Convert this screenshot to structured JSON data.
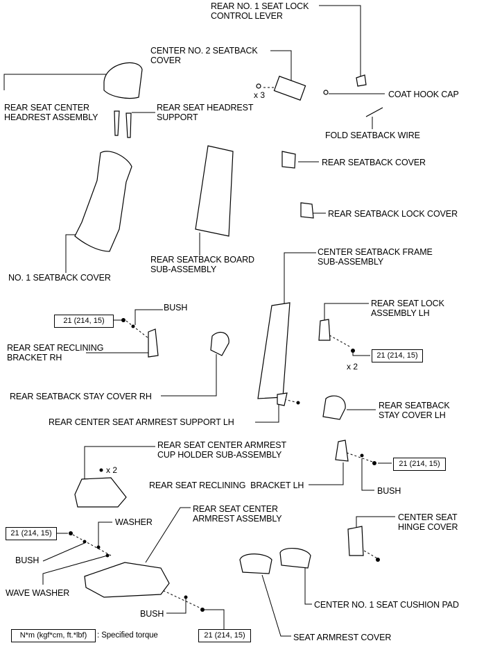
{
  "labels": {
    "lock_lever": "REAR NO. 1 SEAT LOCK\nCONTROL LEVER",
    "center_no2_cover": "CENTER NO. 2 SEATBACK\nCOVER",
    "coat_hook_cap": "COAT HOOK CAP",
    "fold_wire": "FOLD SEATBACK WIRE",
    "center_headrest": "REAR SEAT CENTER\nHEADREST ASSEMBLY",
    "headrest_support": "REAR SEAT HEADREST\nSUPPORT",
    "seatback_cover": "REAR SEATBACK COVER",
    "seatback_lock_cover": "REAR SEATBACK LOCK COVER",
    "no1_seatback_cover": "NO. 1 SEATBACK COVER",
    "board_subassy": "REAR SEATBACK BOARD\nSUB-ASSEMBLY",
    "frame_subassy": "CENTER SEATBACK FRAME\nSUB-ASSEMBLY",
    "bush_top": "BUSH",
    "lock_assy_lh": "REAR SEAT LOCK\nASSEMBLY LH",
    "reclining_rh": "REAR SEAT RECLINING\nBRACKET RH",
    "stay_cover_rh": "REAR SEATBACK STAY COVER RH",
    "stay_cover_lh": "REAR SEATBACK\nSTAY COVER LH",
    "armrest_support_lh": "REAR CENTER SEAT ARMREST SUPPORT LH",
    "cup_holder": "REAR SEAT CENTER ARMREST\nCUP HOLDER SUB-ASSEMBLY",
    "reclining_lh": "REAR SEAT RECLINING  BRACKET LH",
    "bush_mid": "BUSH",
    "armrest_assy": "REAR SEAT CENTER\nARMREST ASSEMBLY",
    "washer": "WASHER",
    "hinge_cover": "CENTER SEAT\nHINGE COVER",
    "bush_left": "BUSH",
    "wave_washer": "WAVE WASHER",
    "cushion_pad": "CENTER NO. 1 SEAT CUSHION PAD",
    "bush_bottom": "BUSH",
    "armrest_cover": "SEAT ARMREST COVER",
    "legend_desc": ": Specified torque"
  },
  "torque": {
    "t1": "21 (214, 15)",
    "t2": "21 (214, 15)",
    "t3": "21 (214, 15)",
    "t4": "21 (214, 15)",
    "t5": "21 (214, 15)",
    "legend_unit": "N*m (kgf*cm, ft.*lbf)"
  },
  "quantities": {
    "q_x3": "x 3",
    "q_x2_lock": "x 2",
    "q_x2_cup": "x 2"
  }
}
